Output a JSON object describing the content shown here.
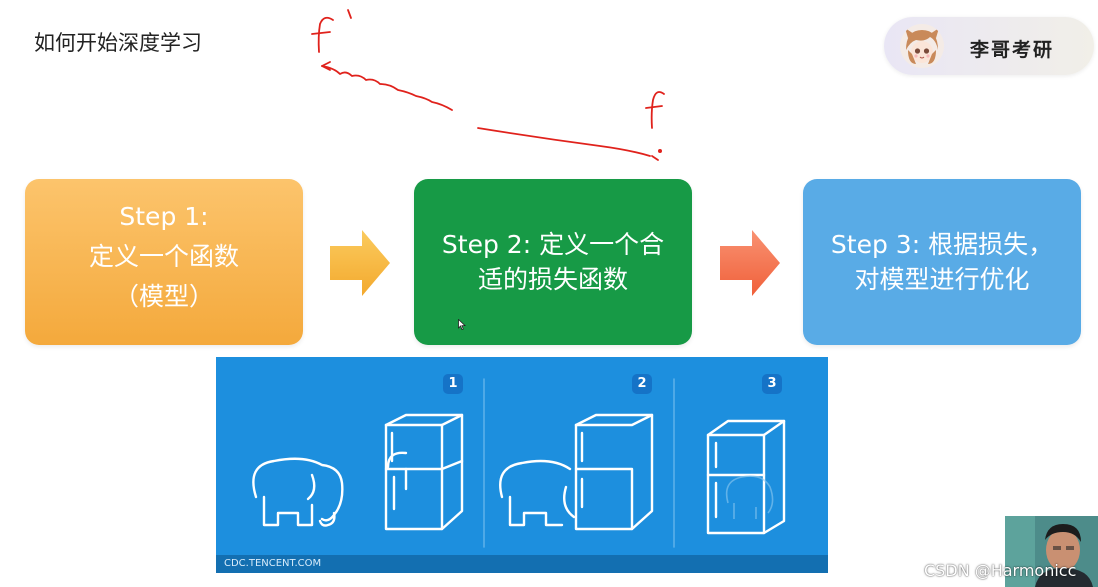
{
  "slide": {
    "title": "如何开始深度学习"
  },
  "brand": {
    "name": "李哥考研",
    "avatar_icon": "anime-girl-avatar-icon"
  },
  "annotations": {
    "label_left": "f'",
    "label_right": "f",
    "color": "#e0221c"
  },
  "steps": [
    {
      "lines": [
        "Step 1:",
        "定义一个函数",
        "（模型）"
      ],
      "color": "#f7b24a"
    },
    {
      "lines": [
        "Step 2: 定义一个合",
        "适的损失函数"
      ],
      "color": "#179a46"
    },
    {
      "lines": [
        "Step 3: 根据损失，",
        "对模型进行优化"
      ],
      "color": "#59abe6"
    }
  ],
  "arrows": {
    "first_icon": "arrow-right-icon",
    "second_icon": "arrow-right-icon",
    "first_color": "#f6b63c",
    "second_color": "#f47a57"
  },
  "illustration": {
    "numbers": [
      "1",
      "2",
      "3"
    ],
    "source": "CDC.TENCENT.COM",
    "icons": [
      "elephant-icon",
      "fridge-icon"
    ],
    "background": "#1d8fde"
  },
  "watermark": {
    "text": "CSDN @Harmonicc"
  }
}
